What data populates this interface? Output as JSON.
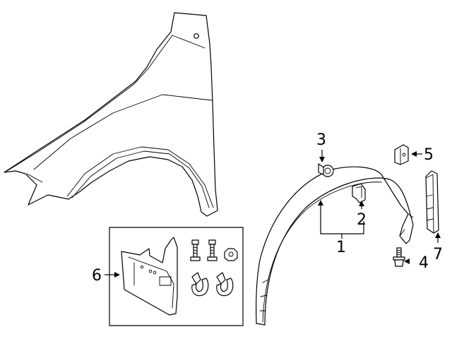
{
  "diagram": {
    "background": "#ffffff",
    "line_color": "#000000",
    "parts": [
      {
        "ref": "fender",
        "callout": ""
      },
      {
        "ref": "wheel-opening-molding",
        "callout": "1"
      },
      {
        "ref": "retainer-clip",
        "callout": "2"
      },
      {
        "ref": "push-pin-fastener",
        "callout": "3"
      },
      {
        "ref": "bolt",
        "callout": "4"
      },
      {
        "ref": "u-nut-clip",
        "callout": "5"
      },
      {
        "ref": "mud-flap-kit",
        "callout": "6"
      },
      {
        "ref": "end-cap-molding",
        "callout": "7"
      }
    ],
    "callouts": {
      "c1": "1",
      "c2": "2",
      "c3": "3",
      "c4": "4",
      "c5": "5",
      "c6": "6",
      "c7": "7"
    }
  }
}
